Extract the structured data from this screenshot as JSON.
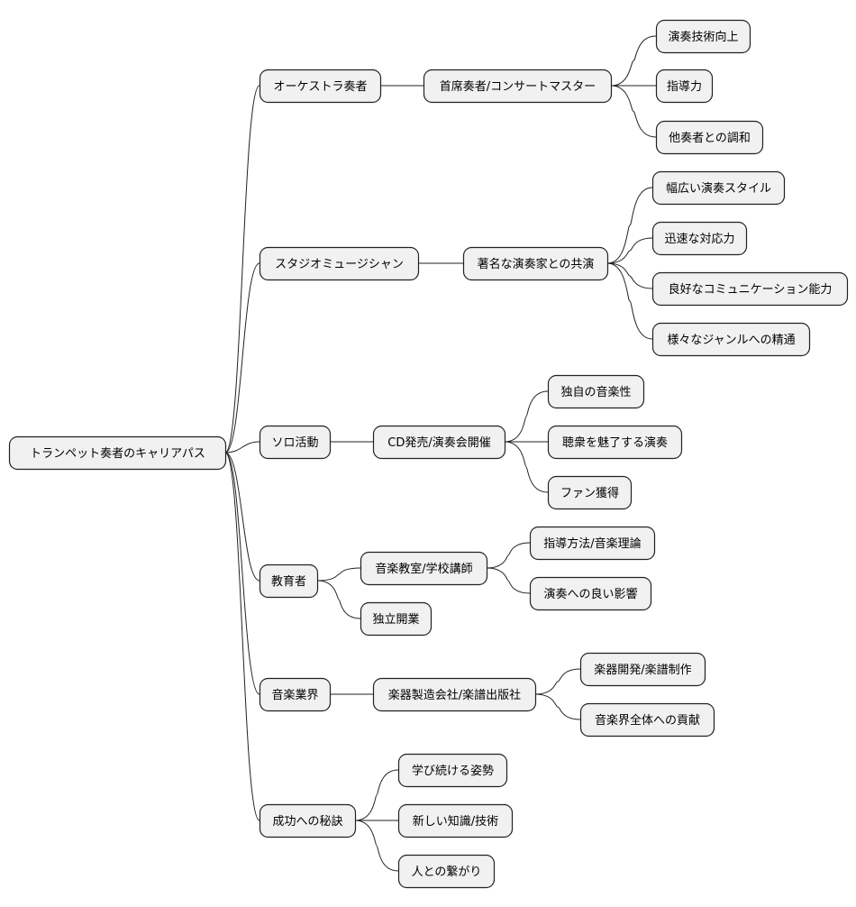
{
  "root": {
    "id": "root",
    "label": "トランペット奏者のキャリアパス",
    "children": [
      {
        "id": "orchestra",
        "label": "オーケストラ奏者",
        "children": [
          {
            "id": "principal",
            "label": "首席奏者/コンサートマスター",
            "children": [
              {
                "id": "orch-tech",
                "label": "演奏技術向上"
              },
              {
                "id": "orch-lead",
                "label": "指導力"
              },
              {
                "id": "orch-harmony",
                "label": "他奏者との調和"
              }
            ]
          }
        ]
      },
      {
        "id": "studio",
        "label": "スタジオミュージシャン",
        "children": [
          {
            "id": "costar",
            "label": "著名な演奏家との共演",
            "children": [
              {
                "id": "studio-style",
                "label": "幅広い演奏スタイル"
              },
              {
                "id": "studio-response",
                "label": "迅速な対応力"
              },
              {
                "id": "studio-comm",
                "label": "良好なコミュニケーション能力"
              },
              {
                "id": "studio-genre",
                "label": "様々なジャンルへの精通"
              }
            ]
          }
        ]
      },
      {
        "id": "solo",
        "label": "ソロ活動",
        "children": [
          {
            "id": "cd",
            "label": "CD発売/演奏会開催",
            "children": [
              {
                "id": "solo-music",
                "label": "独自の音楽性"
              },
              {
                "id": "solo-charm",
                "label": "聴衆を魅了する演奏"
              },
              {
                "id": "solo-fans",
                "label": "ファン獲得"
              }
            ]
          }
        ]
      },
      {
        "id": "educator",
        "label": "教育者",
        "children": [
          {
            "id": "school",
            "label": "音楽教室/学校講師",
            "children": [
              {
                "id": "edu-method",
                "label": "指導方法/音楽理論"
              },
              {
                "id": "edu-influence",
                "label": "演奏への良い影響"
              }
            ]
          },
          {
            "id": "independent",
            "label": "独立開業"
          }
        ]
      },
      {
        "id": "industry",
        "label": "音楽業界",
        "children": [
          {
            "id": "maker",
            "label": "楽器製造会社/楽譜出版社",
            "children": [
              {
                "id": "ind-dev",
                "label": "楽器開発/楽譜制作"
              },
              {
                "id": "ind-contrib",
                "label": "音楽界全体への貢献"
              }
            ]
          }
        ]
      },
      {
        "id": "success",
        "label": "成功への秘訣",
        "children": [
          {
            "id": "succ-learn",
            "label": "学び続ける姿勢"
          },
          {
            "id": "succ-knowledge",
            "label": "新しい知識/技術"
          },
          {
            "id": "succ-network",
            "label": "人との繋がり"
          }
        ]
      }
    ]
  }
}
